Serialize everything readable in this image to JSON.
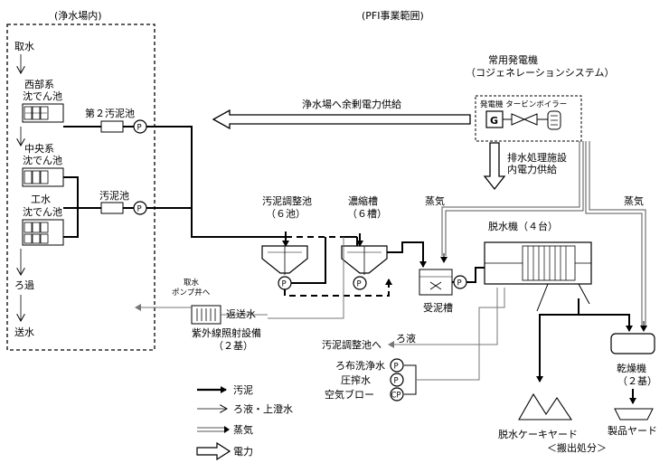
{
  "header": {
    "left_title": "(浄水場内)",
    "right_title": "(PFI事業範囲)"
  },
  "plant": {
    "intake": "取水",
    "west_1": "西部系",
    "west_2": "沈でん池",
    "central_1": "中央系",
    "central_2": "沈でん池",
    "industrial_1": "工水",
    "industrial_2": "沈でん池",
    "filtration": "ろ過",
    "distribution": "送水"
  },
  "labels": {
    "sludge_pond_2": "第２汚泥池",
    "sludge_pond": "汚泥池",
    "surplus_power": "浄水場へ余剰電力供給",
    "generator_1": "常用発電機",
    "generator_2": "（コジェネレーションシステム）",
    "gen_box": "発電機 タービンボイラー",
    "gen_symbol": "G",
    "internal_power_1": "排水処理施設",
    "internal_power_2": "内電力供給",
    "steam_left": "蒸気",
    "steam_right": "蒸気",
    "adjust_pond_1": "汚泥調整池",
    "adjust_pond_2": "（６池）",
    "thickener_1": "濃縮槽",
    "thickener_2": "（６槽）",
    "dewater_1": "脱水機（４台）",
    "receiving_tank": "受泥槽",
    "intake_well_1": "取水",
    "intake_well_2": "ポンプ井へ",
    "return_water": "返送水",
    "uv_1": "紫外線照射設備",
    "uv_2": "（２基）",
    "to_adjust_pond": "汚泥調整池へ",
    "filtrate": "ろ液",
    "cloth_wash": "ろ布洗浄水",
    "press_water": "圧搾水",
    "air_blow": "空気ブロー",
    "dryer_1": "乾燥機",
    "dryer_2": "（２基）",
    "cake_yard": "脱水ケーキヤード",
    "disposal": "＜搬出処分＞",
    "product_yard": "製品ヤード",
    "pump": "P",
    "compressor": "CP"
  },
  "legend": {
    "sludge": "汚泥",
    "filtrate": "ろ液・上澄水",
    "steam": "蒸気",
    "power": "電力"
  }
}
